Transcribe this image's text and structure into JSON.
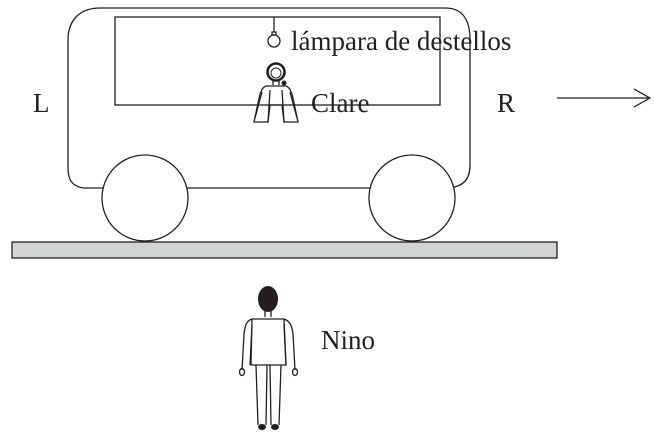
{
  "labels": {
    "lamp": "lámpara de destellos",
    "left_end": "L",
    "right_end": "R",
    "observer_on_train": "Clare",
    "observer_on_ground": "Nino"
  },
  "colors": {
    "ink": "#231f20",
    "track_fill": "#d1d3d4",
    "background": "#ffffff"
  },
  "motion": {
    "direction": "right"
  }
}
